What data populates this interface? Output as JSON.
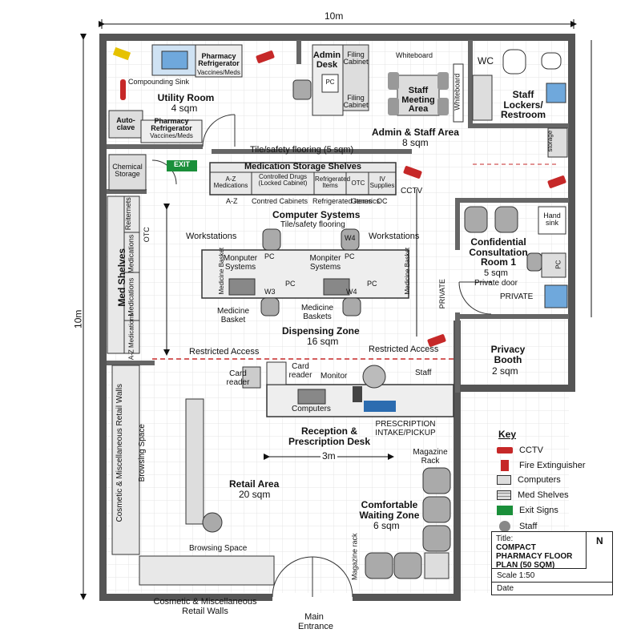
{
  "dimensions": {
    "width": "10m",
    "height": "10m"
  },
  "rooms": {
    "utility": {
      "name": "Utility Room",
      "area": "4 sqm"
    },
    "admin_staff": {
      "name": "Admin & Staff Area",
      "area": "8 sqm"
    },
    "staff_lockers": {
      "name": "Staff Lockers/ Restroom"
    },
    "consultation": {
      "name": "Confidential Consultation Room 1",
      "area": "5 sqm"
    },
    "privacy_booth": {
      "name": "Privacy Booth",
      "area": "2 sqm"
    },
    "dispensing": {
      "name": "Dispensing Zone",
      "area": "16 sqm"
    },
    "reception": {
      "name": "Reception & Prescription Desk"
    },
    "retail": {
      "name": "Retail Area",
      "area": "20 sqm"
    },
    "waiting": {
      "name": "Comfortable Waiting Zone",
      "area": "6 sqm"
    }
  },
  "labels": {
    "pharmacy_refrigerator_top": "Pharmacy Refrigerator",
    "vaccines_meds": "Vaccines/Meds",
    "compounding_sink": "Compounding Sink",
    "autoclave": "Auto-clave",
    "pharmacy_refrigerator_mid": "Pharmacy Refrigerator",
    "chemical_storage": "Chemical Storage",
    "exit": "EXIT",
    "admin_desk": "Admin Desk",
    "pc": "PC",
    "filing_cabinet_1": "Filing Cabinet",
    "filing_cabinet_2": "Filing Cabinet",
    "whiteboard_top": "Whiteboard",
    "whiteboard_side": "Whiteboard",
    "staff_meeting_area": "Staff Meeting Area",
    "wc": "WC",
    "storage": "storage",
    "tile_flooring_1": "Tile/safety flooring (5 sqm)",
    "medication_storage_shelves": "Medication Storage Shelves",
    "shelf_az": "A-Z Medications",
    "shelf_controlled": "Controlled Drugs (Locked Cabinet)",
    "shelf_refrigerated": "Refrigerated Items",
    "shelf_otc": "OTC",
    "shelf_iv": "IV Supplies",
    "sub_az": "A-Z",
    "sub_controlled": "Contred Cabinets",
    "sub_refrigerated": "Refrigerated Items",
    "sub_generics": "Generics",
    "sub_oc": "OC",
    "cctv_label": "CCTV",
    "computer_systems": "Computer Systems",
    "tile_flooring_2": "Tile/safety flooring",
    "workstations_left": "Workstations",
    "workstations_right": "Workstations",
    "w4_top": "W4",
    "monputer_systems": "Monputer Systems",
    "monpiter_systems": "Monpiter Systems",
    "medicine_basket_left": "Medicine Basket",
    "medicine_basket_right": "Medicine Basket",
    "w3": "W3",
    "w4_bottom": "W4",
    "medicine_basket_1": "Medicine Basket",
    "medicine_basket_2": "Medicine Baskets",
    "med_shelves": "Med Shelves",
    "reiternets": "Reiternets",
    "medications_1": "Medications",
    "medications_2": "Medications",
    "az_medications": "A-Z Medications",
    "otc_side": "OTC",
    "hand_sink": "Hand sink",
    "private_door": "Private door",
    "private_side": "PRIVATE",
    "private_right": "PRIVATE",
    "restricted_left": "Restricted Access",
    "restricted_right": "Restricted Access",
    "card_reader_1": "Card reader",
    "card_reader_2": "Card reader",
    "monitor": "Monitor",
    "staff": "Staff",
    "computers": "Computers",
    "prescription_intake": "PRESCRIPTION INTAKE/PICKUP",
    "three_m": "3m",
    "cosmetic_side": "Cosmetic & Miscellaneous Retail Walls",
    "browsing_space_side": "Browsing Space",
    "browsing_space_bottom": "Browsing Space",
    "magazine_rack_top": "Magazine Rack",
    "magazine_rack_side": "Magazine rack",
    "cosmetic_bottom": "Cosmetic & Miscellaneous Retail Walls",
    "main_entrance": "Main Entrance"
  },
  "legend": {
    "title": "Key",
    "items": [
      {
        "icon": "cctv-icon",
        "label": "CCTV"
      },
      {
        "icon": "fire-extinguisher-icon",
        "label": "Fire Extinguisher"
      },
      {
        "icon": "computer-icon",
        "label": "Computers"
      },
      {
        "icon": "med-shelves-icon",
        "label": "Med Shelves"
      },
      {
        "icon": "exit-sign-icon",
        "label": "Exit Signs"
      },
      {
        "icon": "staff-icon",
        "label": "Staff"
      }
    ]
  },
  "title_block": {
    "title_label": "Title:",
    "title": "COMPACT PHARMACY FLOOR PLAN (50 SQM)",
    "scale": "Scale 1:50",
    "date": "Date",
    "north": "N"
  },
  "colors": {
    "wall": "#555555",
    "cctv": "#c62828",
    "exit": "#1a8f3a",
    "restricted": "#c62828"
  }
}
